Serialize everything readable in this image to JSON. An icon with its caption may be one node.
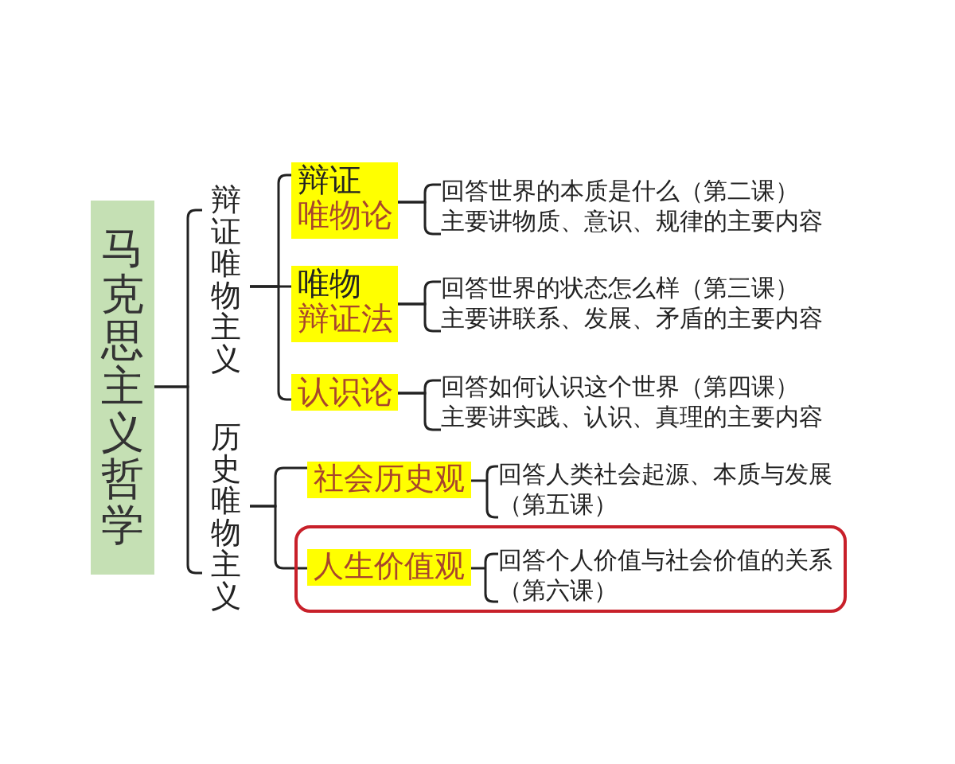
{
  "diagram": {
    "nodes": [
      {
        "text": [
          "马克思主义哲学"
        ]
      },
      {
        "text": [
          "辩证唯物主义"
        ]
      },
      {
        "text": [
          "辩证",
          "唯物论"
        ]
      },
      {
        "text": [
          "回答世界的本质是什么（第二课）"
        ]
      },
      {
        "text": [
          "主要讲物质、意识、规律的主要内容"
        ]
      },
      {
        "text": [
          "唯物",
          "辩证法"
        ]
      },
      {
        "text": [
          "回答世界的状态怎么样（第三课）"
        ]
      },
      {
        "text": [
          "主要讲联系、发展、矛盾的主要内容"
        ]
      },
      {
        "text": [
          "认识论"
        ]
      },
      {
        "text": [
          "回答如何认识这个世界（第四课）"
        ]
      },
      {
        "text": [
          "主要讲实践、认识、真理的主要内容"
        ]
      },
      {
        "text": [
          "历史唯物主义"
        ]
      },
      {
        "text": [
          "社会历史观"
        ]
      },
      {
        "text": [
          "回答人类社会起源、本质与发展（第五课）"
        ]
      },
      {
        "text": [],
        "shape": "box"
      },
      {
        "text": [
          "人生价值观"
        ],
        "in": 14
      },
      {
        "text": [
          "回答个人价值与社会价值的关系（第六课）"
        ],
        "in": 14
      }
    ],
    "edges": [
      {
        "from": 0,
        "to": 1,
        "arrow": "none"
      },
      {
        "from": 0,
        "to": 11,
        "arrow": "none"
      },
      {
        "from": 1,
        "to": 2,
        "arrow": "none"
      },
      {
        "from": 1,
        "to": 5,
        "arrow": "none"
      },
      {
        "from": 1,
        "to": 8,
        "arrow": "none"
      },
      {
        "from": 2,
        "to": 3,
        "arrow": "none"
      },
      {
        "from": 2,
        "to": 4,
        "arrow": "none"
      },
      {
        "from": 5,
        "to": 6,
        "arrow": "none"
      },
      {
        "from": 5,
        "to": 7,
        "arrow": "none"
      },
      {
        "from": 8,
        "to": 9,
        "arrow": "none"
      },
      {
        "from": 8,
        "to": 10,
        "arrow": "none"
      },
      {
        "from": 11,
        "to": 12,
        "arrow": "none"
      },
      {
        "from": 11,
        "to": 15,
        "arrow": "none"
      },
      {
        "from": 12,
        "to": 13,
        "arrow": "none"
      },
      {
        "from": 15,
        "to": 16,
        "arrow": "none"
      }
    ]
  }
}
